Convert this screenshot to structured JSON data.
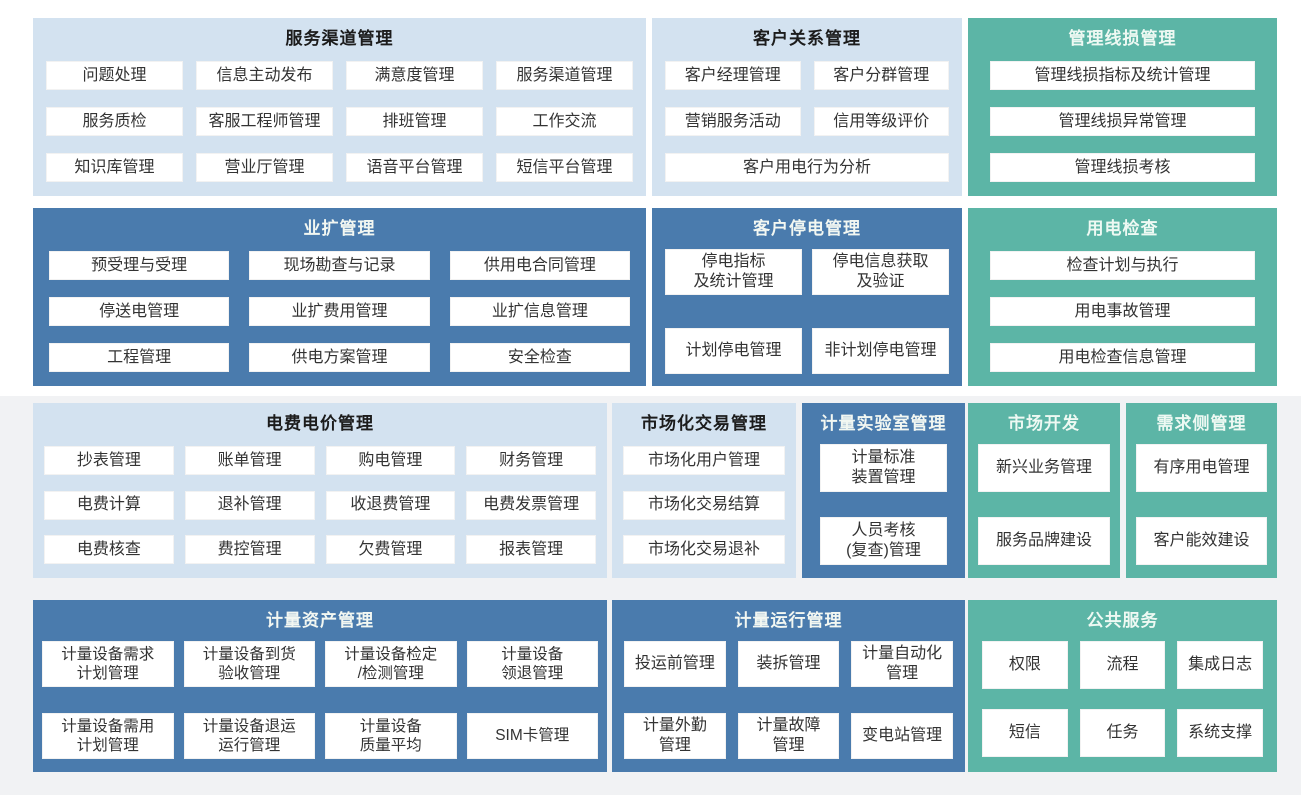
{
  "colors": {
    "light_blue_block": "#d3e2f0",
    "dark_blue_block": "#4a7bad",
    "teal_block": "#5cb5a6",
    "lower_band": "#f1f2f4",
    "item_box": "#ffffff",
    "item_text": "#333333",
    "light_title_text": "#1c1c1c",
    "dark_title_text": "#ffffff"
  },
  "blocks": {
    "service_channel": {
      "title": "服务渠道管理",
      "items": [
        "问题处理",
        "信息主动发布",
        "满意度管理",
        "服务渠道管理",
        "服务质检",
        "客服工程师管理",
        "排班管理",
        "工作交流",
        "知识库管理",
        "营业厅管理",
        "语音平台管理",
        "短信平台管理"
      ]
    },
    "customer_relation": {
      "title": "客户关系管理",
      "items": [
        "客户经理管理",
        "客户分群管理",
        "营销服务活动",
        "信用等级评价",
        "客户用电行为分析"
      ]
    },
    "line_loss": {
      "title": "管理线损管理",
      "items": [
        "管理线损指标及统计管理",
        "管理线损异常管理",
        "管理线损考核"
      ]
    },
    "business_expansion": {
      "title": "业扩管理",
      "items": [
        "预受理与受理",
        "现场勘查与记录",
        "供用电合同管理",
        "停送电管理",
        "业扩费用管理",
        "业扩信息管理",
        "工程管理",
        "供电方案管理",
        "安全检查"
      ]
    },
    "outage": {
      "title": "客户停电管理",
      "items": [
        "停电指标\n及统计管理",
        "停电信息获取\n及验证",
        "计划停电管理",
        "非计划停电管理"
      ]
    },
    "power_check": {
      "title": "用电检查",
      "items": [
        "检查计划与执行",
        "用电事故管理",
        "用电检查信息管理"
      ]
    },
    "tariff": {
      "title": "电费电价管理",
      "items": [
        "抄表管理",
        "账单管理",
        "购电管理",
        "财务管理",
        "电费计算",
        "退补管理",
        "收退费管理",
        "电费发票管理",
        "电费核查",
        "费控管理",
        "欠费管理",
        "报表管理"
      ]
    },
    "market_trade": {
      "title": "市场化交易管理",
      "items": [
        "市场化用户管理",
        "市场化交易结算",
        "市场化交易退补"
      ]
    },
    "metering_lab": {
      "title": "计量实验室管理",
      "items": [
        "计量标准\n装置管理",
        "人员考核\n(复查)管理"
      ]
    },
    "market_dev": {
      "title": "市场开发",
      "items": [
        "新兴业务管理",
        "服务品牌建设"
      ]
    },
    "demand_side": {
      "title": "需求侧管理",
      "items": [
        "有序用电管理",
        "客户能效建设"
      ]
    },
    "metering_asset": {
      "title": "计量资产管理",
      "items": [
        "计量设备需求\n计划管理",
        "计量设备到货\n验收管理",
        "计量设备检定\n/检测管理",
        "计量设备\n领退管理",
        "计量设备需用\n计划管理",
        "计量设备退运\n运行管理",
        "计量设备\n质量平均",
        "SIM卡管理"
      ]
    },
    "metering_operation": {
      "title": "计量运行管理",
      "items": [
        "投运前管理",
        "装拆管理",
        "计量自动化\n管理",
        "计量外勤\n管理",
        "计量故障\n管理",
        "变电站管理"
      ]
    },
    "public_service": {
      "title": "公共服务",
      "items": [
        "权限",
        "流程",
        "集成日志",
        "短信",
        "任务",
        "系统支撑"
      ]
    }
  }
}
